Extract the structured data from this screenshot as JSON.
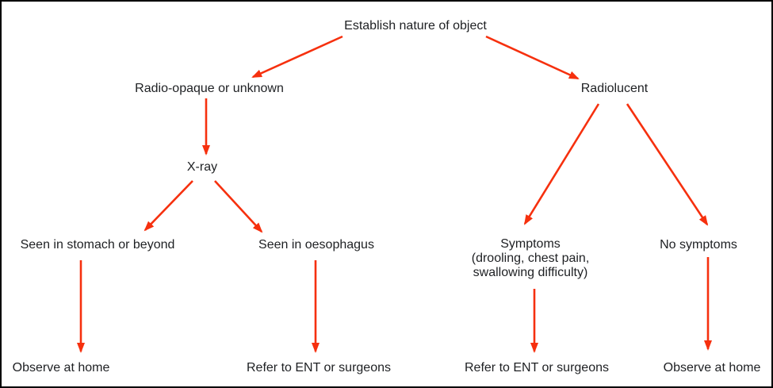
{
  "diagram": {
    "nodes": {
      "establish": {
        "label": "Establish nature of object"
      },
      "radio_opaque": {
        "label": "Radio-opaque or unknown"
      },
      "radiolucent": {
        "label": "Radiolucent"
      },
      "xray": {
        "label": "X-ray"
      },
      "stomach": {
        "label": "Seen in stomach or beyond"
      },
      "oesophagus": {
        "label": "Seen in oesophagus"
      },
      "symptoms": {
        "lines": [
          "Symptoms",
          "(drooling, chest pain,",
          "swallowing difficulty)"
        ]
      },
      "no_symptoms": {
        "label": "No symptoms"
      },
      "observe_home_left": {
        "label": "Observe at home"
      },
      "refer_ent_left": {
        "label": "Refer to ENT or surgeons"
      },
      "refer_ent_right": {
        "label": "Refer to ENT or surgeons"
      },
      "observe_home_right": {
        "label": "Observe at home"
      }
    },
    "edges": [
      {
        "from": "establish",
        "to": "radio_opaque"
      },
      {
        "from": "establish",
        "to": "radiolucent"
      },
      {
        "from": "radio_opaque",
        "to": "xray"
      },
      {
        "from": "xray",
        "to": "stomach"
      },
      {
        "from": "xray",
        "to": "oesophagus"
      },
      {
        "from": "stomach",
        "to": "observe_home_left"
      },
      {
        "from": "oesophagus",
        "to": "refer_ent_left"
      },
      {
        "from": "radiolucent",
        "to": "symptoms"
      },
      {
        "from": "radiolucent",
        "to": "no_symptoms"
      },
      {
        "from": "symptoms",
        "to": "refer_ent_right"
      },
      {
        "from": "no_symptoms",
        "to": "observe_home_right"
      }
    ],
    "colors": {
      "arrow": "#f6300e",
      "text": "#1e2023",
      "background": "#ffffff",
      "border": "#000000"
    }
  }
}
